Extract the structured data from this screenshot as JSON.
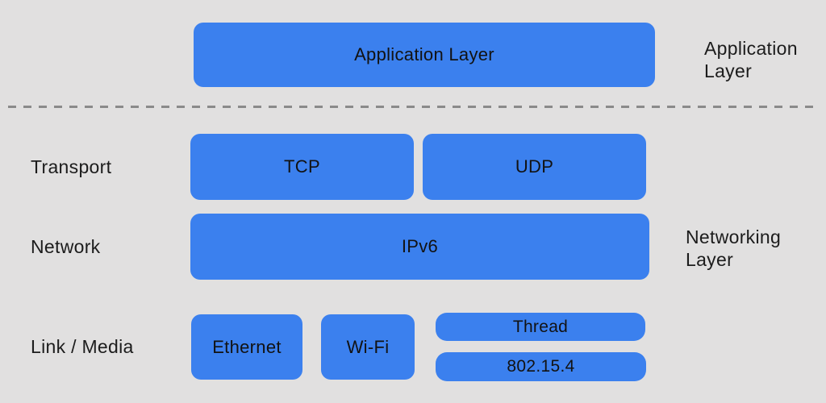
{
  "colors": {
    "background": "#e1e0e0",
    "block_fill": "#3b80ee",
    "text": "#171717",
    "divider_dash": "#8a8a8a"
  },
  "application_layer": {
    "side_label": "Application Layer",
    "blocks": [
      {
        "label": "Application Layer"
      }
    ]
  },
  "networking_layer": {
    "side_label": "Networking Layer",
    "rows": [
      {
        "label": "Transport",
        "blocks": [
          {
            "label": "TCP"
          },
          {
            "label": "UDP"
          }
        ]
      },
      {
        "label": "Network",
        "blocks": [
          {
            "label": "IPv6"
          }
        ]
      },
      {
        "label": "Link / Media",
        "blocks": [
          {
            "label": "Ethernet"
          },
          {
            "label": "Wi-Fi"
          },
          {
            "label": "Thread"
          },
          {
            "label": "802.15.4"
          }
        ]
      }
    ]
  }
}
